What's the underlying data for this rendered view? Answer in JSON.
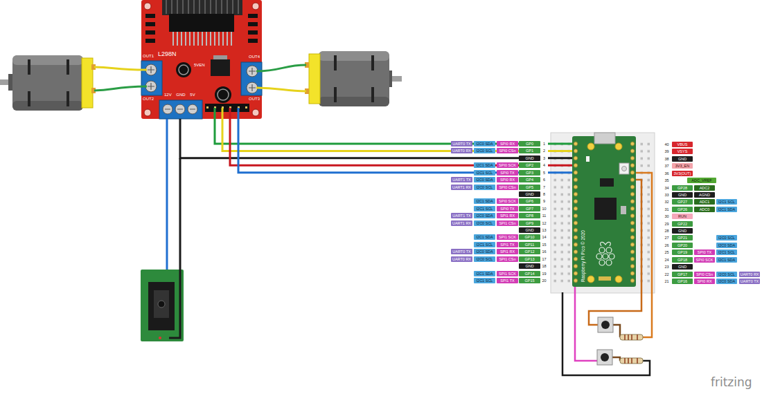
{
  "diagram": {
    "nodes": [
      {
        "text": [
          "L298N",
          "OUT1",
          "OUT2",
          "OUT3",
          "OUT4",
          "5VEN",
          "12V GND 5V"
        ]
      },
      {
        "text": [
          "Raspberry Pi Pico © 2020"
        ]
      }
    ],
    "edges": [
      {
        "from": 0,
        "to": 1,
        "arrow": "none"
      },
      {
        "from": 0,
        "to": 1,
        "arrow": "none"
      },
      {
        "from": 0,
        "to": 1,
        "arrow": "none"
      },
      {
        "from": 0,
        "to": 1,
        "arrow": "none"
      },
      {
        "from": 0,
        "to": 1,
        "arrow": "none"
      }
    ],
    "labels": [
      "UART0 TX",
      "I2C0 SDA",
      "SPI0 RX",
      "GP0",
      "1",
      "UART0 RX",
      "I2C0 SCL",
      "SPI0 CSn",
      "GP1",
      "2",
      "GND",
      "3",
      "I2C1 SDA",
      "SPI0 SCK",
      "GP2",
      "4",
      "I2C1 SCL",
      "SPI0 TX",
      "GP3",
      "5",
      "UART1 TX",
      "I2C0 SDA",
      "SPI0 RX",
      "GP4",
      "6",
      "UART1 RX",
      "I2C0 SCL",
      "SPI0 CSn",
      "GP5",
      "7",
      "GND",
      "8",
      "I2C1 SDA",
      "SPI0 SCK",
      "GP6",
      "9",
      "I2C1 SCL",
      "SPI0 TX",
      "GP7",
      "10",
      "UART1 TX",
      "I2C0 SDA",
      "SPI1 RX",
      "GP8",
      "11",
      "UART1 RX",
      "I2C0 SCL",
      "SPI1 CSn",
      "GP9",
      "12",
      "GND",
      "13",
      "I2C1 SDA",
      "SPI1 SCK",
      "GP10",
      "14",
      "I2C1 SCL",
      "SPI1 TX",
      "GP11",
      "15",
      "UART0 TX",
      "I2C0 SDA",
      "SPI1 RX",
      "GP12",
      "16",
      "UART0 RX",
      "I2C0 SCL",
      "SPI1 CSn",
      "GP13",
      "17",
      "GND",
      "18",
      "I2C1 SDA",
      "SPI1 SCK",
      "GP14",
      "19",
      "I2C1 SCL",
      "SPI1 TX",
      "GP15",
      "20",
      "40",
      "VBUS",
      "39",
      "VSYS",
      "38",
      "GND",
      "37",
      "3V3_EN",
      "36",
      "3V3(OUT)",
      "35",
      "ADC_VREF",
      "34",
      "GP28",
      "ADC2",
      "33",
      "GND",
      "AGND",
      "32",
      "GP27",
      "ADC1",
      "I2C1 SCL",
      "31",
      "GP26",
      "ADC0",
      "I2C1 SDA",
      "30",
      "RUN",
      "29",
      "GP22",
      "28",
      "GND",
      "27",
      "GP21",
      "I2C0 SCL",
      "26",
      "GP20",
      "I2C0 SDA",
      "25",
      "GP19",
      "SPI0 TX",
      "I2C1 SCL",
      "24",
      "GP18",
      "SPI0 SCK",
      "I2C1 SDA",
      "23",
      "GND",
      "22",
      "GP17",
      "SPI0 CSn",
      "I2C0 SCL",
      "UART0 RX",
      "21",
      "GP16",
      "SPI0 RX",
      "I2C0 SDA",
      "UART0 TX",
      "fritzing"
    ]
  }
}
